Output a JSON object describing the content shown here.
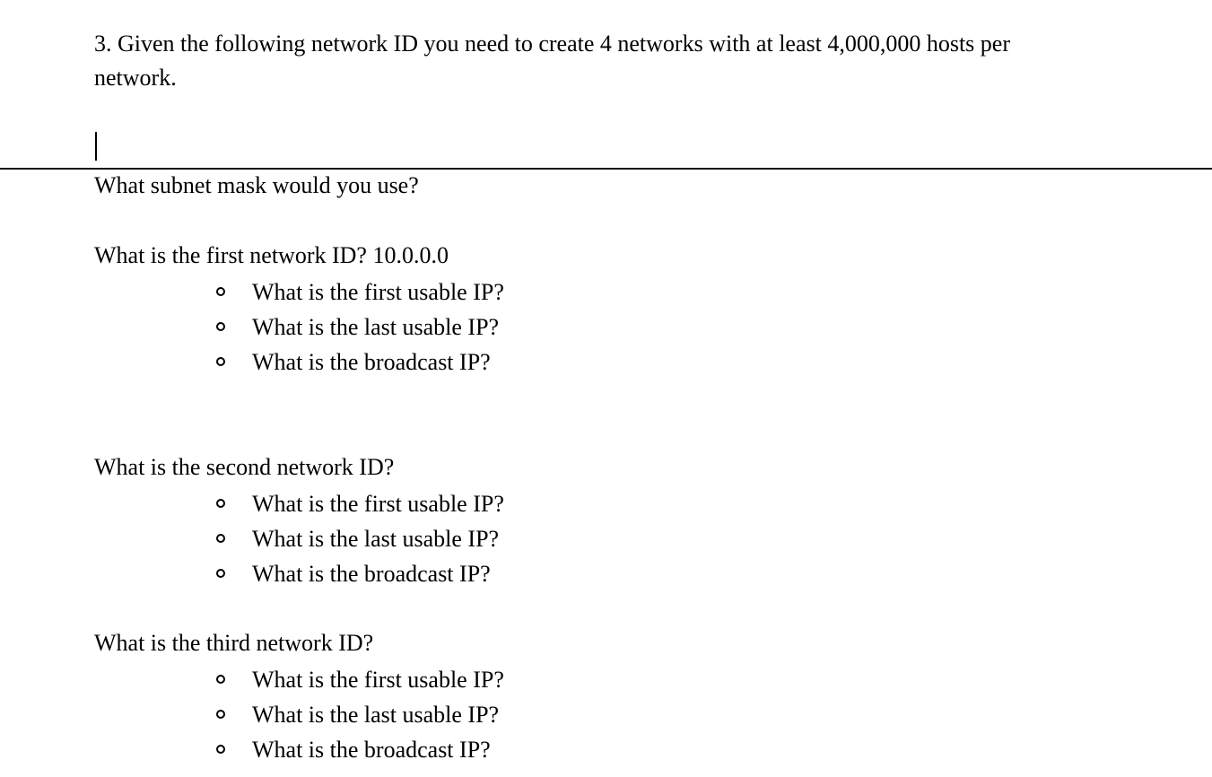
{
  "document": {
    "question_number": "3.",
    "intro": "3. Given the following network ID you need to create 4 networks with at least 4,000,000 hosts per network.",
    "subnet_question": "What subnet mask would you use?",
    "bullet_marker": "hollow-circle",
    "sections": [
      {
        "heading": "What is the first network ID? 10.0.0.0",
        "network_id_value": "10.0.0.0",
        "bullets": [
          "What is the first usable IP?",
          "What is the last usable IP?",
          "What is the broadcast IP?"
        ]
      },
      {
        "heading": "What is the second network ID?",
        "network_id_value": "",
        "bullets": [
          "What is the first usable IP?",
          "What is the last usable IP?",
          "What is the broadcast IP?"
        ]
      },
      {
        "heading": "What is the third network ID?",
        "network_id_value": "",
        "bullets": [
          "What is the first usable IP?",
          "What is the last usable IP?",
          "What is the broadcast IP?"
        ]
      }
    ]
  },
  "colors": {
    "text": "#000000",
    "rule": "#151515",
    "background": "#ffffff"
  }
}
